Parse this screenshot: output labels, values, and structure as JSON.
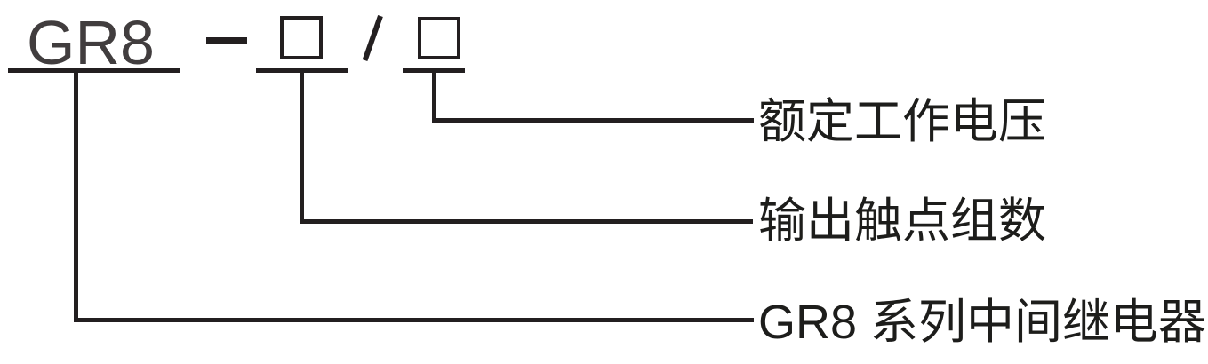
{
  "model_code": {
    "prefix": "GR8",
    "dash": "−",
    "placeholder_contact_groups": "□",
    "slash": "/",
    "placeholder_rated_voltage": "□",
    "full_pattern": "GR8 − □ / □"
  },
  "callouts": [
    {
      "id": "rated-working-voltage",
      "label": "额定工作电压"
    },
    {
      "id": "output-contact-groups",
      "label": "输出触点组数"
    },
    {
      "id": "series-name",
      "label": "GR8 系列中间继电器"
    }
  ],
  "colors": {
    "line": "#231f20",
    "label_text": "#1d1d1b",
    "prefix_text": "#413d3e",
    "background": "#ffffff"
  }
}
